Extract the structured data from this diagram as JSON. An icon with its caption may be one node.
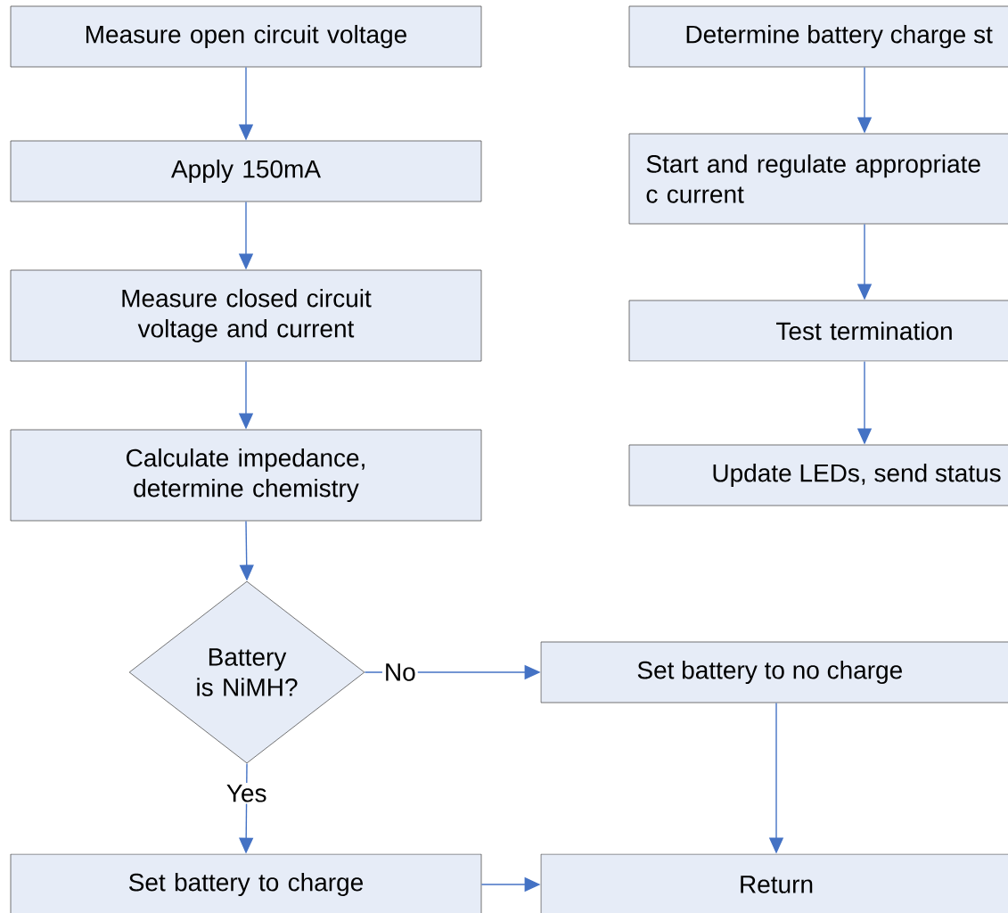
{
  "diagram": {
    "nodes": [
      {
        "text": [
          "Measure open circuit voltage"
        ]
      },
      {
        "text": [
          "Apply 150mA"
        ]
      },
      {
        "text": [
          "Measure closed circuit voltage and current"
        ]
      },
      {
        "text": [
          "Calculate impedance, determine chemistry"
        ]
      },
      {
        "text": [
          "Battery is NiMH?"
        ]
      },
      {
        "text": [
          "Set battery to no charge"
        ]
      },
      {
        "text": [
          "Set battery to charge"
        ]
      },
      {
        "text": [
          "Return"
        ]
      },
      {
        "text": [
          "Determine battery charge st"
        ]
      },
      {
        "text": [
          "Start and regulate appropriate c current"
        ]
      },
      {
        "text": [
          "Test termination"
        ]
      },
      {
        "text": [
          "Update LEDs, send status"
        ]
      }
    ],
    "edges": [
      {
        "from": 0,
        "to": 1,
        "arrow": "to"
      },
      {
        "from": 1,
        "to": 2,
        "arrow": "to"
      },
      {
        "from": 2,
        "to": 3,
        "arrow": "to"
      },
      {
        "from": 3,
        "to": 4,
        "arrow": "to"
      },
      {
        "from": 4,
        "to": 5,
        "arrow": "to",
        "label": "No"
      },
      {
        "from": 4,
        "to": 6,
        "arrow": "to",
        "label": "Yes"
      },
      {
        "from": 5,
        "to": 7,
        "arrow": "to"
      },
      {
        "from": 6,
        "to": 7,
        "arrow": "to"
      },
      {
        "from": 8,
        "to": 9,
        "arrow": "to"
      },
      {
        "from": 9,
        "to": 10,
        "arrow": "to"
      },
      {
        "from": 10,
        "to": 11,
        "arrow": "to"
      }
    ]
  }
}
